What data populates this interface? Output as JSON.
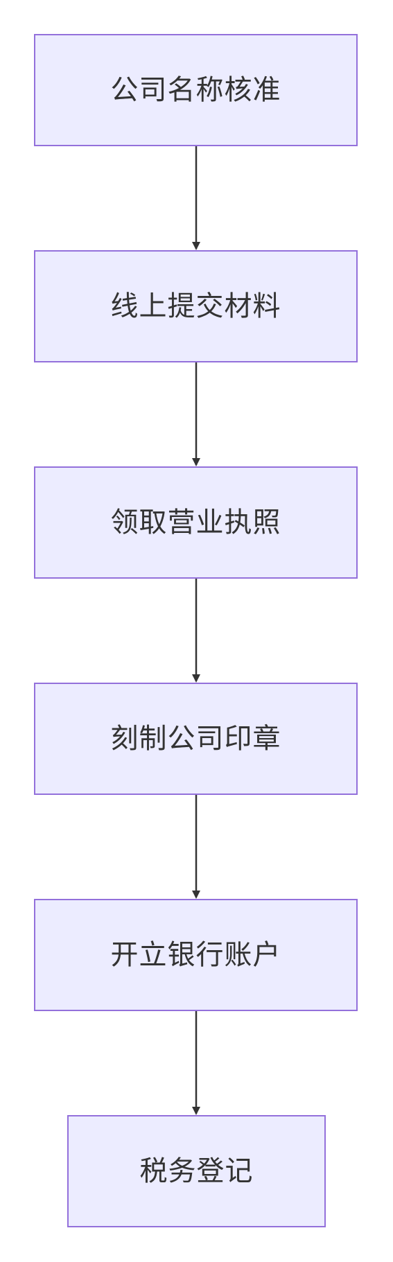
{
  "diagram": {
    "type": "flowchart",
    "direction": "top-to-bottom",
    "colors": {
      "node_fill": "#ECECFF",
      "node_border": "#9370DB",
      "text": "#333333",
      "edge": "#333333"
    },
    "nodes": [
      {
        "id": "n1",
        "label": "公司名称核准"
      },
      {
        "id": "n2",
        "label": "线上提交材料"
      },
      {
        "id": "n3",
        "label": "领取营业执照"
      },
      {
        "id": "n4",
        "label": "刻制公司印章"
      },
      {
        "id": "n5",
        "label": "开立银行账户"
      },
      {
        "id": "n6",
        "label": "税务登记"
      }
    ],
    "edges": [
      {
        "from": "n1",
        "to": "n2"
      },
      {
        "from": "n2",
        "to": "n3"
      },
      {
        "from": "n3",
        "to": "n4"
      },
      {
        "from": "n4",
        "to": "n5"
      },
      {
        "from": "n5",
        "to": "n6"
      }
    ]
  }
}
